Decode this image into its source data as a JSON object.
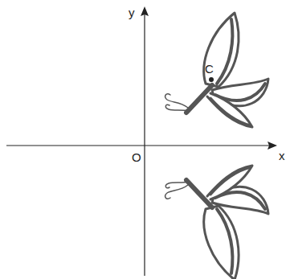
{
  "diagram": {
    "labels": [
      "y",
      "x",
      "O",
      "C"
    ]
  }
}
